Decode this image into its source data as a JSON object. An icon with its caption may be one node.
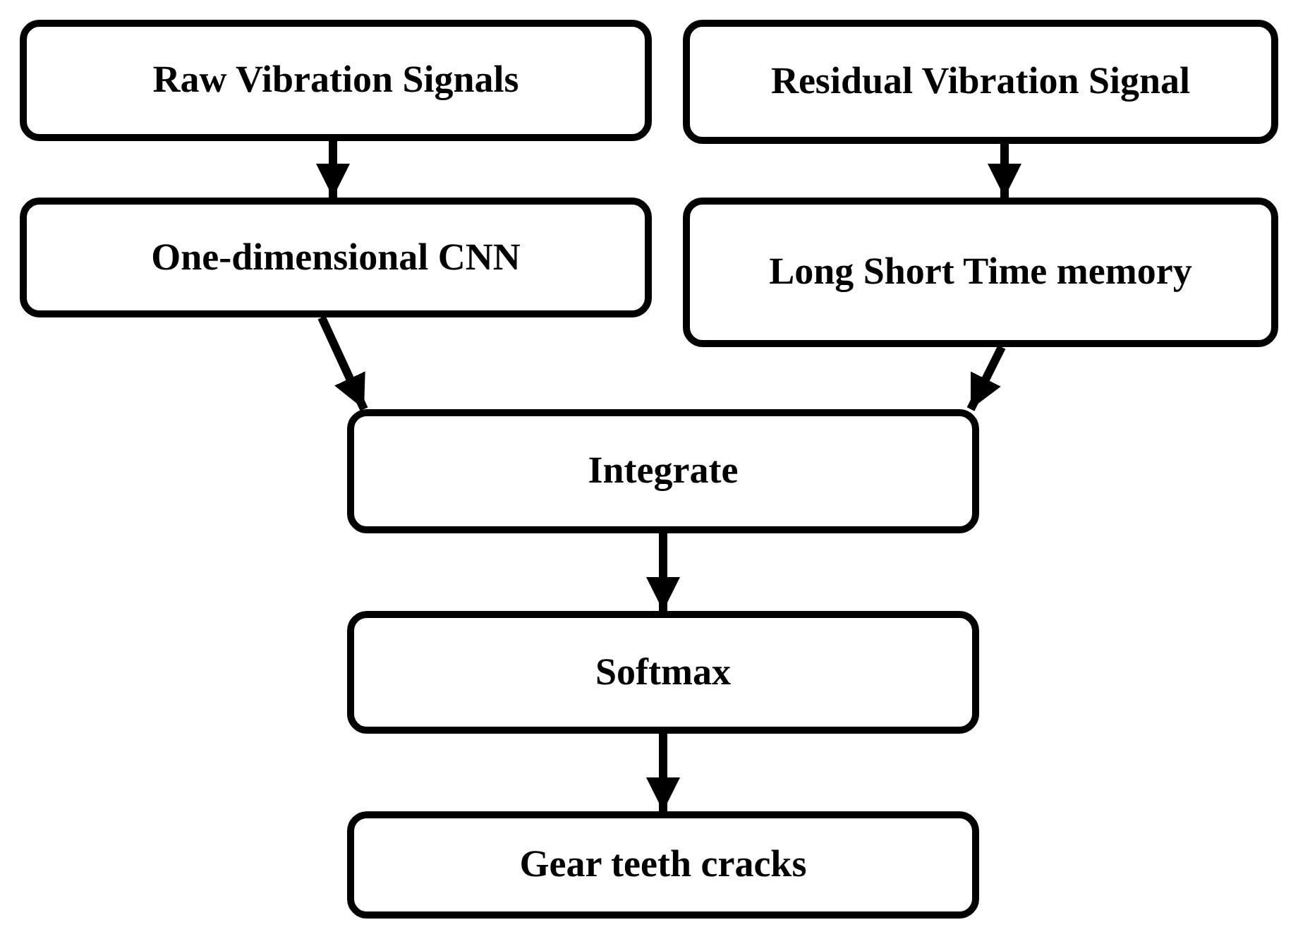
{
  "diagram": {
    "nodes": [
      {
        "text": [
          "Raw Vibration Signals"
        ]
      },
      {
        "text": [
          "Residual Vibration Signal"
        ]
      },
      {
        "text": [
          "One-dimensional CNN"
        ]
      },
      {
        "text": [
          "Long Short Time memory"
        ]
      },
      {
        "text": [
          "Integrate"
        ]
      },
      {
        "text": [
          "Softmax"
        ]
      },
      {
        "text": [
          "Gear teeth cracks"
        ]
      }
    ],
    "edges": [
      {
        "from": 0,
        "to": 2,
        "arrow": "to"
      },
      {
        "from": 1,
        "to": 3,
        "arrow": "to"
      },
      {
        "from": 2,
        "to": 4,
        "arrow": "to"
      },
      {
        "from": 3,
        "to": 4,
        "arrow": "to"
      },
      {
        "from": 4,
        "to": 5,
        "arrow": "to"
      },
      {
        "from": 5,
        "to": 6,
        "arrow": "to"
      }
    ]
  }
}
